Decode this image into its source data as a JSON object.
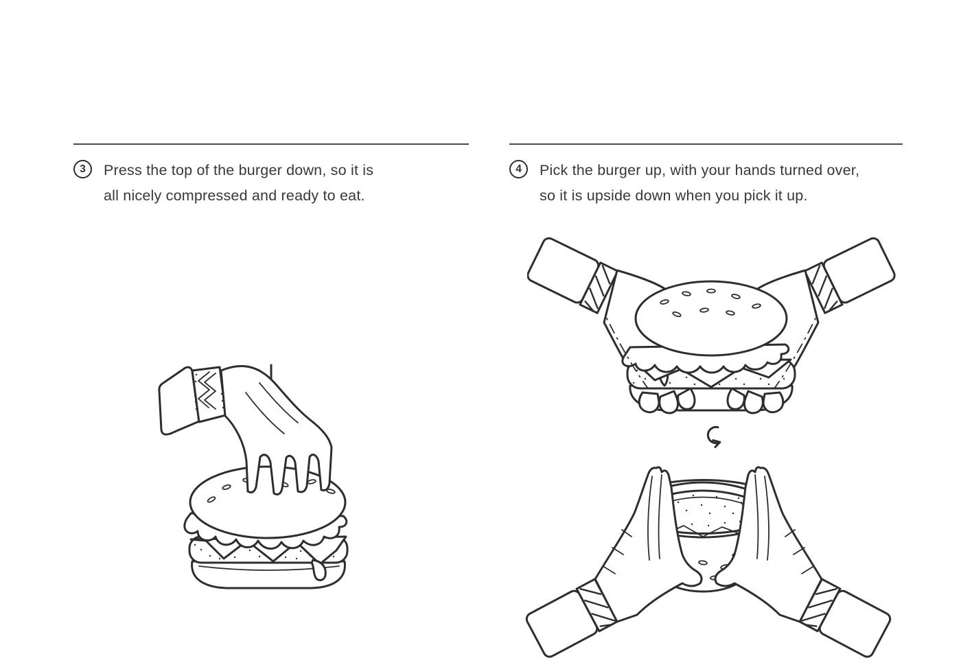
{
  "page": {
    "background": "#ffffff",
    "ink_color": "#2e2e2e",
    "text_color": "#383838",
    "rule_color": "#4a4a4a"
  },
  "steps": [
    {
      "number": "3",
      "line1": "Press the top of the burger down, so it is",
      "line2": "all nicely compressed and ready to eat."
    },
    {
      "number": "4",
      "line1": "Pick the burger up, with your hands turned over,",
      "line2": "so it is upside down when you pick it up."
    }
  ],
  "icons": {
    "press_down_arrow": "down-arrow-icon",
    "rotate_clockwise": "rotate-clockwise-icon"
  },
  "illustrations": {
    "step3": "hand-pressing-burger",
    "step4_top": "hands-holding-burger-upright",
    "step4_bottom": "hands-holding-burger-upside-down"
  }
}
